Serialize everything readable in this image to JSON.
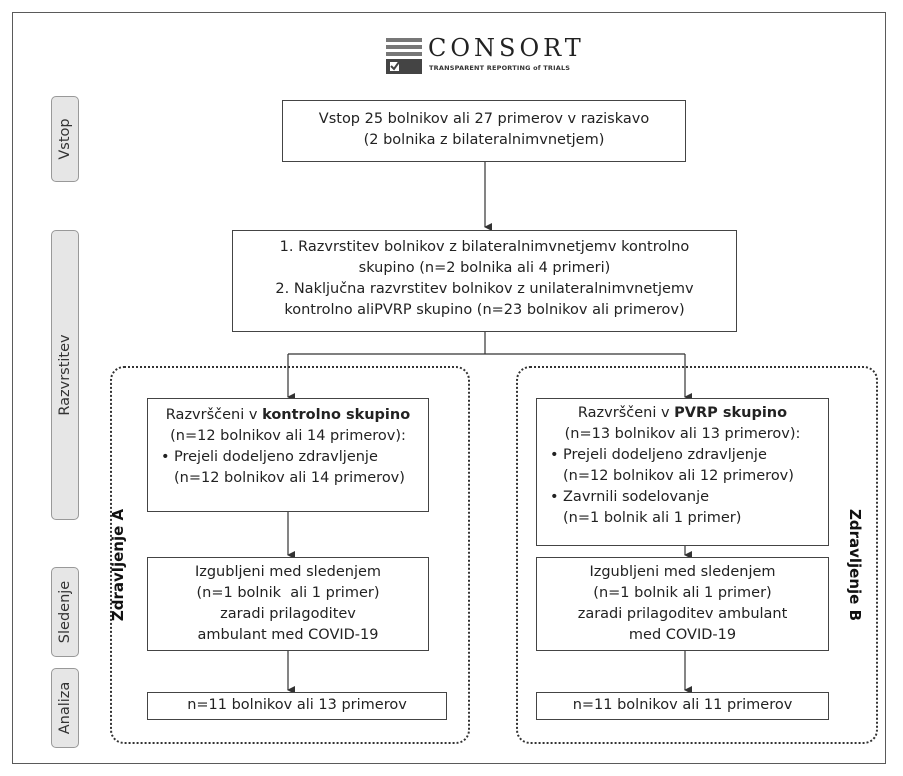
{
  "logo": {
    "name": "CONSORT",
    "tagline": "TRANSPARENT REPORTING of TRIALS"
  },
  "stages": {
    "vstop": "Vstop",
    "razvrstitev": "Razvrstitev",
    "sledenje": "Sledenje",
    "analiza": "Analiza"
  },
  "entry": {
    "line1": "Vstop 25 bolnikov ali 27 primerov v raziskavo",
    "line2": "(2 bolnika z bilateralnimvnetjem)"
  },
  "allocation": {
    "line1": "1. Razvrstitev bolnikov z bilateralnimvnetjemv kontrolno",
    "line2": "skupino (n=2 bolnika ali 4 primeri)",
    "line3": "2. Naključna razvrstitev bolnikov z unilateralnimvnetjemv",
    "line4": "kontrolno aliPVRP skupino (n=23 bolnikov ali primerov)"
  },
  "group_a": {
    "side_label": "Zdravljenje A",
    "alloc_prefix": "Razvrščeni v ",
    "alloc_group": "kontrolno skupino",
    "alloc_count": "(n=12 bolnikov ali 14 primerov):",
    "received": "Prejeli dodeljeno zdravljenje",
    "received_count": "(n=12 bolnikov ali 14 primerov)",
    "lost_title": "Izgubljeni med sledenjem",
    "lost_count": "(n=1 bolnik  ali 1 primer)",
    "lost_reason1": "zaradi prilagoditev",
    "lost_reason2": "ambulant med COVID-19",
    "analysis": "n=11 bolnikov ali 13 primerov"
  },
  "group_b": {
    "side_label": "Zdravljenje B",
    "alloc_prefix": "Razvrščeni v ",
    "alloc_group": "PVRP skupino",
    "alloc_count": "(n=13 bolnikov ali 13 primerov):",
    "received": "Prejeli dodeljeno zdravljenje",
    "received_count": "(n=12 bolnikov ali 12 primerov)",
    "stopped": "Zavrnili sodelovanje",
    "stopped_count": "(n=1 bolnik ali 1 primer)",
    "lost_title": "Izgubljeni med sledenjem",
    "lost_count": "(n=1 bolnik ali 1 primer)",
    "lost_reason1": "zaradi prilagoditev ambulant",
    "lost_reason2": "med COVID-19",
    "analysis": "n=11 bolnikov ali 11 primerov"
  }
}
